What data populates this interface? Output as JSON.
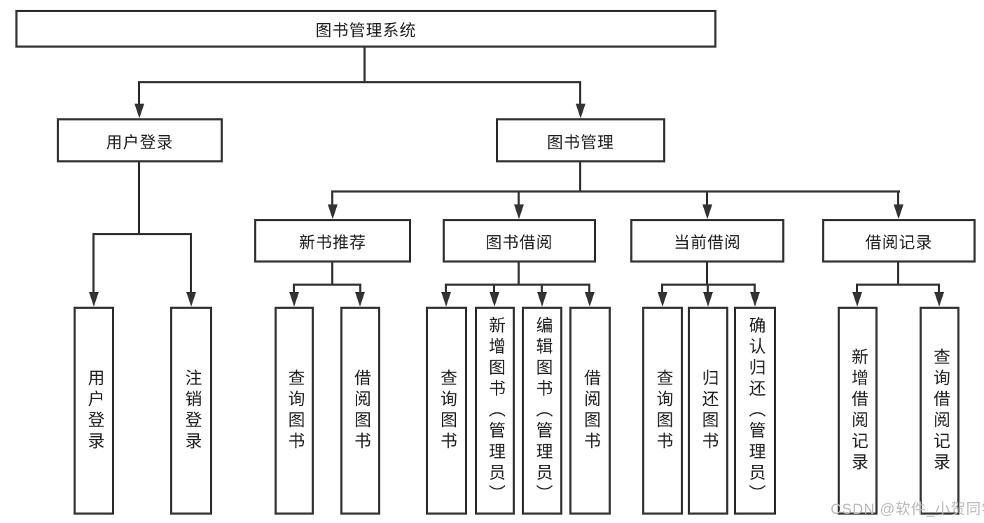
{
  "tree": {
    "label": "图书管理系统",
    "children": [
      {
        "label": "用户登录",
        "children": [
          {
            "label": "用户登录"
          },
          {
            "label": "注销登录"
          }
        ]
      },
      {
        "label": "图书管理",
        "children": [
          {
            "label": "新书推荐",
            "children": [
              {
                "label": "查询图书"
              },
              {
                "label": "借阅图书"
              }
            ]
          },
          {
            "label": "图书借阅",
            "children": [
              {
                "label": "查询图书"
              },
              {
                "label": "新增图书（管理员）"
              },
              {
                "label": "编辑图书（管理员）"
              },
              {
                "label": "借阅图书"
              }
            ]
          },
          {
            "label": "当前借阅",
            "children": [
              {
                "label": "查询图书"
              },
              {
                "label": "归还图书"
              },
              {
                "label": "确认归还（管理员）"
              }
            ]
          },
          {
            "label": "借阅记录",
            "children": [
              {
                "label": "新增借阅记录"
              },
              {
                "label": "查询借阅记录"
              }
            ]
          }
        ]
      }
    ]
  },
  "watermark": {
    "text": "CSDN @软件_小贺同学"
  },
  "colors": {
    "line": "#333333",
    "node_border": "#333333",
    "node_text": "#1f1f1f",
    "background": "#ffffff",
    "watermark": "#b9b9b9"
  }
}
